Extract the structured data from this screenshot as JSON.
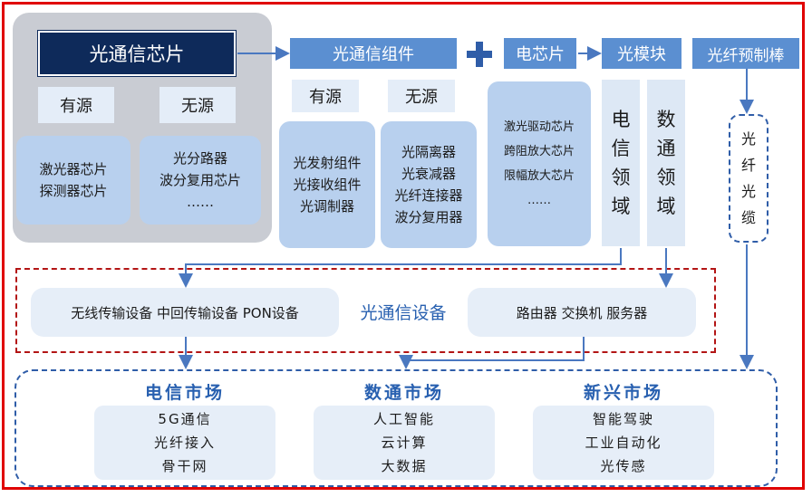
{
  "chip_group": {
    "title": "光通信芯片",
    "active_label": "有源",
    "passive_label": "无源",
    "active_items": [
      "激光器芯片",
      "探测器芯片"
    ],
    "passive_items": [
      "光分路器",
      "波分复用芯片",
      "……"
    ]
  },
  "component": {
    "title": "光通信组件",
    "active_label": "有源",
    "passive_label": "无源",
    "active_items": [
      "光发射组件",
      "光接收组件",
      "光调制器"
    ],
    "passive_items": [
      "光隔离器",
      "光衰减器",
      "光纤连接器",
      "波分复用器"
    ]
  },
  "electric_chip": {
    "title": "电芯片",
    "items": [
      "激光驱动芯片",
      "跨阻放大芯片",
      "限幅放大芯片",
      "……"
    ]
  },
  "module": {
    "title": "光模块",
    "telecom_chars": [
      "电",
      "信",
      "领",
      "域"
    ],
    "datacom_chars": [
      "数",
      "通",
      "领",
      "域"
    ]
  },
  "preform": {
    "title": "光纤预制棒",
    "cable_chars": [
      "光",
      "纤",
      "光",
      "缆"
    ]
  },
  "equipment": {
    "title": "光通信设备",
    "left_text": "无线传输设备  中回传输设备  PON设备",
    "right_text": "路由器   交换机   服务器"
  },
  "markets": [
    {
      "title": "电信市场",
      "items": [
        "5G通信",
        "光纤接入",
        "骨干网"
      ]
    },
    {
      "title": "数通市场",
      "items": [
        "人工智能",
        "云计算",
        "大数据"
      ]
    },
    {
      "title": "新兴市场",
      "items": [
        "智能驾驶",
        "工业自动化",
        "光传感"
      ]
    }
  ],
  "colors": {
    "frame": "#e00000",
    "dark_navy": "#0e2a5a",
    "accent_blue": "#5b8fd1",
    "title_blue": "#2860b0"
  }
}
